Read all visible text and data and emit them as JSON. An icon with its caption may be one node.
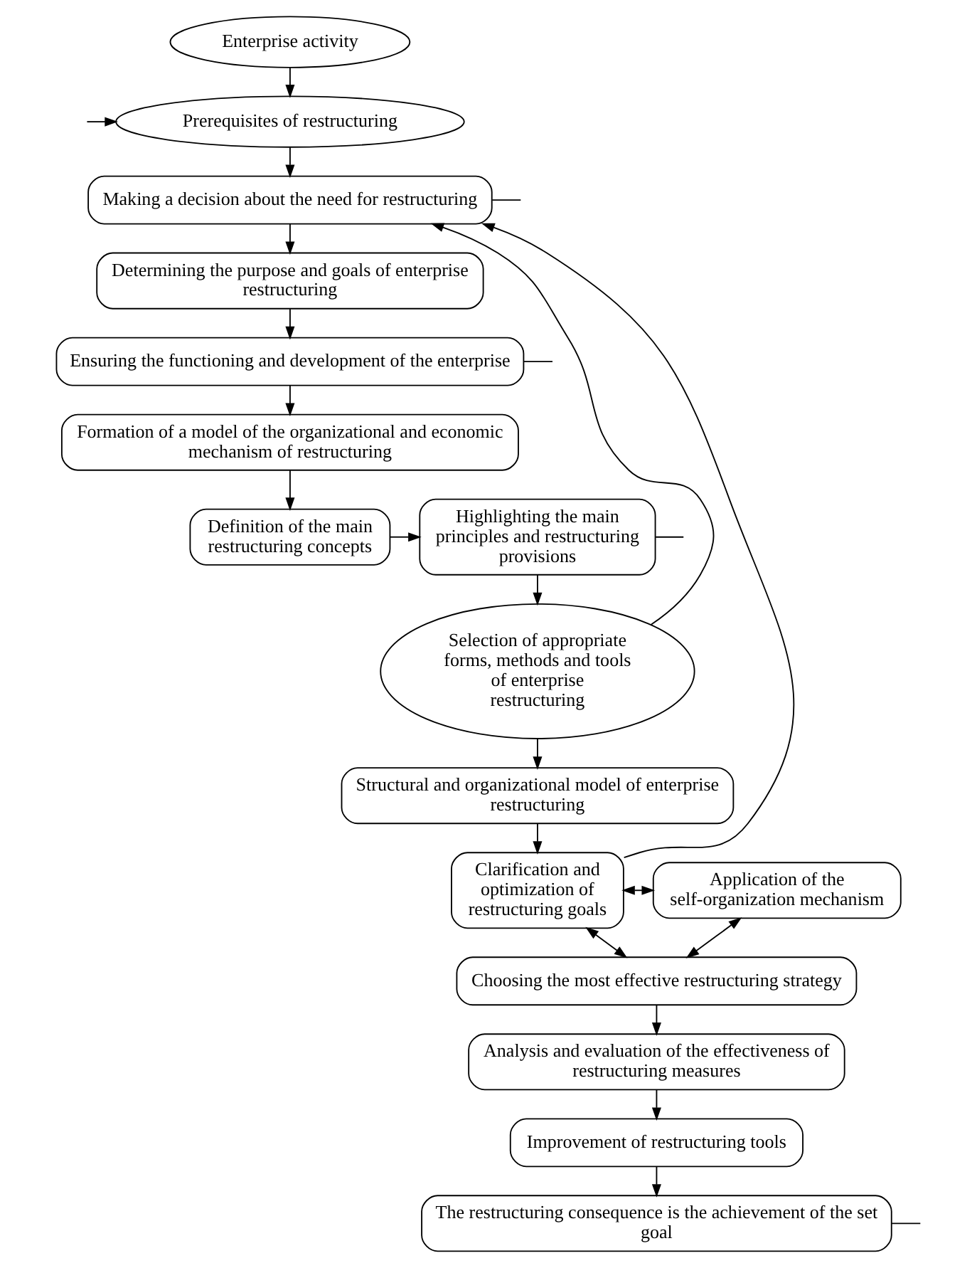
{
  "diagram": {
    "nodes": [
      {
        "text": [
          "Enterprise activity"
        ]
      },
      {
        "text": [
          "Prerequisites of restructuring"
        ]
      },
      {
        "text": [
          "Making a decision about the need for restructuring"
        ]
      },
      {
        "text": [
          "Determining the purpose and goals of enterprise restructuring"
        ]
      },
      {
        "text": [
          "Ensuring the functioning and development of the enterprise"
        ]
      },
      {
        "text": [
          "Formation of a model of the organizational and economic mechanism of restructuring"
        ]
      },
      {
        "text": [
          "Definition of the main restructuring concepts"
        ]
      },
      {
        "text": [
          "Highlighting the main principles and restructuring provisions"
        ]
      },
      {
        "text": [
          "Selection of appropriate forms, methods and tools of enterprise restructuring"
        ]
      },
      {
        "text": [
          "Structural and organizational model of enterprise restructuring"
        ]
      },
      {
        "text": [
          "Clarification and optimization of restructuring goals"
        ]
      },
      {
        "text": [
          "Application of the self-organization mechanism"
        ]
      },
      {
        "text": [
          "Choosing the most effective restructuring strategy"
        ]
      },
      {
        "text": [
          "Analysis and evaluation of the effectiveness of restructuring measures"
        ]
      },
      {
        "text": [
          "Improvement of restructuring tools"
        ]
      },
      {
        "text": [
          "The restructuring consequence is the achievement of the set goal"
        ]
      }
    ],
    "edges": [
      {
        "from": 0,
        "to": 1,
        "arrow": "to"
      },
      {
        "from": 1,
        "to": 2,
        "arrow": "to"
      },
      {
        "from": 2,
        "to": 3,
        "arrow": "to"
      },
      {
        "from": 3,
        "to": 4,
        "arrow": "to"
      },
      {
        "from": 4,
        "to": 5,
        "arrow": "to"
      },
      {
        "from": 5,
        "to": 6,
        "arrow": "to"
      },
      {
        "from": 6,
        "to": 7,
        "arrow": "to"
      },
      {
        "from": 7,
        "to": 8,
        "arrow": "to"
      },
      {
        "from": 8,
        "to": 9,
        "arrow": "to"
      },
      {
        "from": 9,
        "to": 10,
        "arrow": "to"
      },
      {
        "from": 10,
        "to": 11,
        "arrow": "both"
      },
      {
        "from": 10,
        "to": 12,
        "arrow": "both"
      },
      {
        "from": 11,
        "to": 12,
        "arrow": "both"
      },
      {
        "from": 12,
        "to": 13,
        "arrow": "to"
      },
      {
        "from": 13,
        "to": 14,
        "arrow": "to"
      },
      {
        "from": 14,
        "to": 15,
        "arrow": "to"
      },
      {
        "from": 8,
        "to": 2,
        "arrow": "to"
      },
      {
        "from": 10,
        "to": 2,
        "arrow": "to"
      },
      {
        "from": 2,
        "to": null,
        "arrow": "none"
      },
      {
        "from": 4,
        "to": null,
        "arrow": "none"
      },
      {
        "from": 7,
        "to": null,
        "arrow": "none"
      },
      {
        "from": 15,
        "to": null,
        "arrow": "none"
      },
      {
        "from": null,
        "to": 1,
        "arrow": "to"
      }
    ]
  }
}
